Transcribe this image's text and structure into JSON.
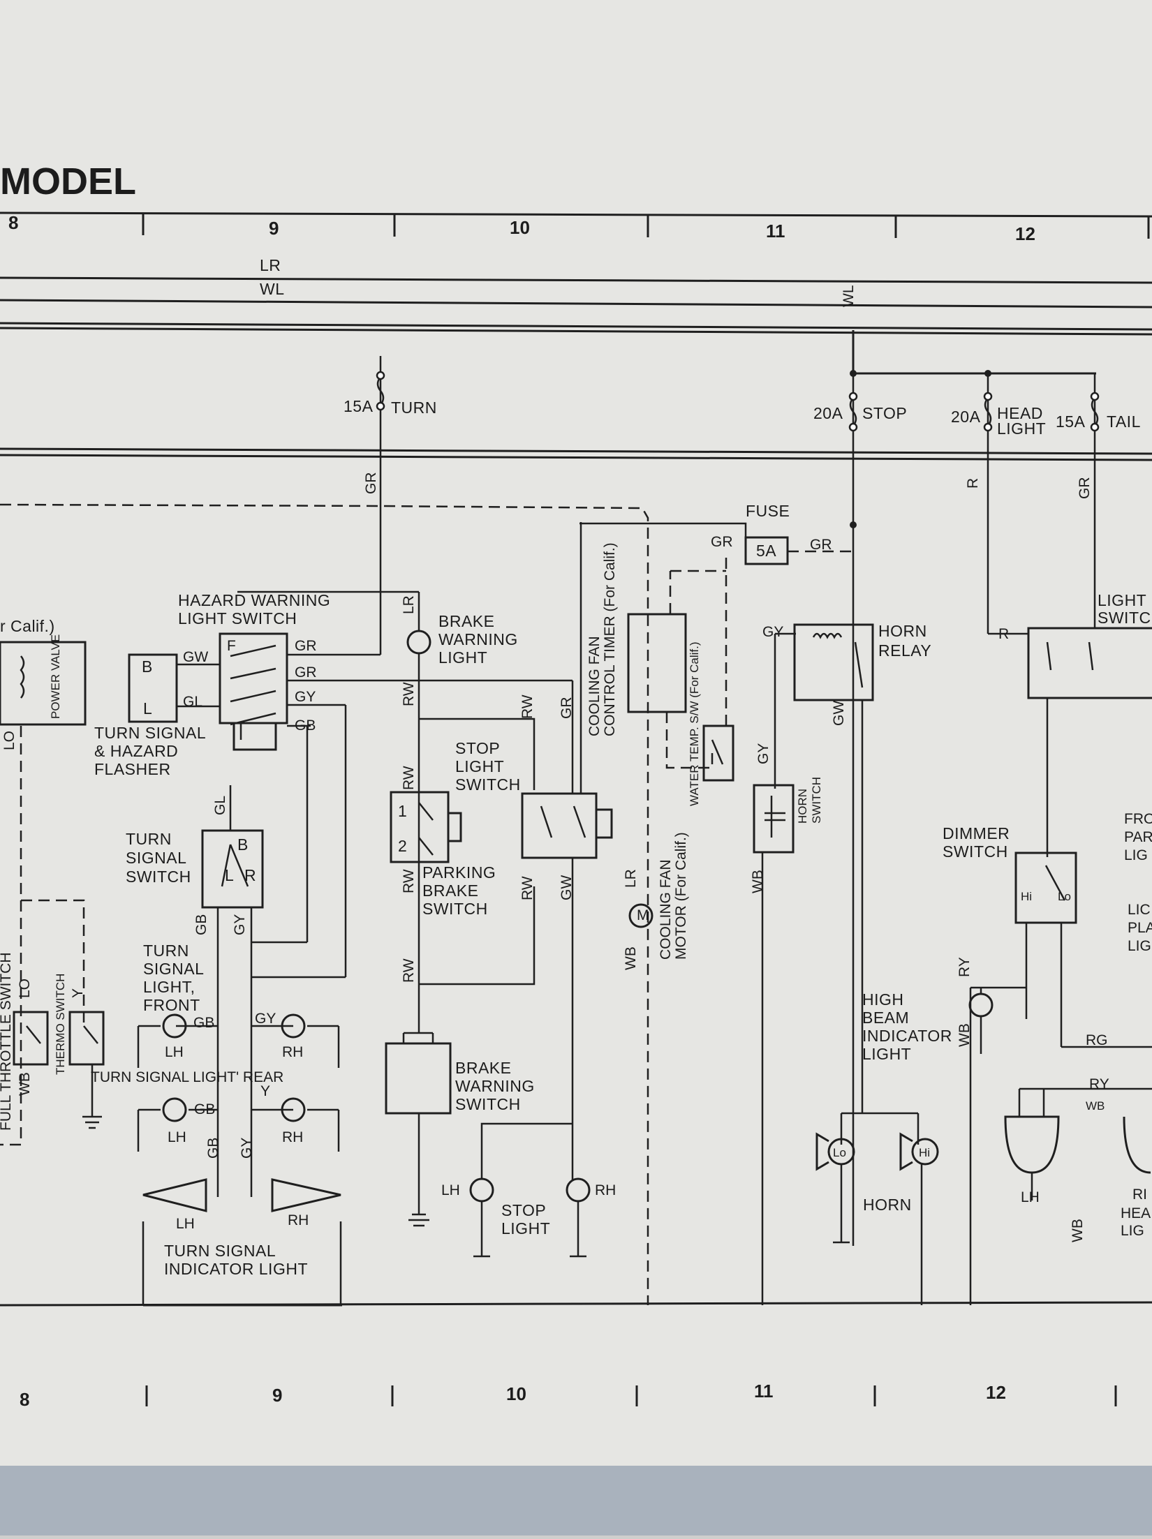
{
  "page_title": "MODEL",
  "columns": [
    "8",
    "9",
    "10",
    "11",
    "12"
  ],
  "wires_top": [
    "LR",
    "WL"
  ],
  "fuses": [
    {
      "rating": "15A",
      "name": "TURN"
    },
    {
      "rating": "20A",
      "name": "STOP"
    },
    {
      "rating": "20A",
      "name": "HEAD LIGHT"
    },
    {
      "rating": "15A",
      "name": "TAIL"
    },
    {
      "rating": "5A",
      "name": "FUSE"
    }
  ],
  "components": {
    "calif": "r Calif.)",
    "power_valve": "POWER VALVE",
    "full_throttle": "FULL THROTTLE SWITCH",
    "thermo_switch": "THERMO SWITCH",
    "hazard_switch": [
      "HAZARD WARNING",
      "LIGHT SWITCH"
    ],
    "flasher": [
      "TURN SIGNAL",
      "& HAZARD",
      "FLASHER"
    ],
    "turn_switch": [
      "TURN",
      "SIGNAL",
      "SWITCH"
    ],
    "ts_front": [
      "TURN",
      "SIGNAL",
      "LIGHT,",
      "FRONT"
    ],
    "ts_rear": "TURN SIGNAL LIGHT' REAR",
    "ts_indicator": [
      "TURN SIGNAL",
      "INDICATOR LIGHT"
    ],
    "brake_warning_light": [
      "BRAKE",
      "WARNING",
      "LIGHT"
    ],
    "stop_light_switch": [
      "STOP",
      "LIGHT",
      "SWITCH"
    ],
    "parking_brake_switch": [
      "PARKING",
      "BRAKE",
      "SWITCH"
    ],
    "brake_warning_switch": [
      "BRAKE",
      "WARNING",
      "SWITCH"
    ],
    "stop_light": [
      "STOP",
      "LIGHT"
    ],
    "fan_timer": [
      "COOLING FAN",
      "CONTROL TIMER (For Calif.)"
    ],
    "water_temp": "WATER TEMP. S/W (For Calif.)",
    "fan_motor": [
      "COOLING FAN",
      "MOTOR (For Calif.)"
    ],
    "horn_relay": [
      "HORN",
      "RELAY"
    ],
    "horn_switch": [
      "HORN",
      "SWITCH"
    ],
    "horn": "HORN",
    "high_beam": [
      "HIGH",
      "BEAM",
      "INDICATOR",
      "LIGHT"
    ],
    "dimmer": [
      "DIMMER",
      "SWITCH"
    ],
    "light_switch": [
      "LIGHT",
      "SWITCH"
    ],
    "front_park": [
      "FRO",
      "PAR",
      "LIG"
    ],
    "license": [
      "LIC",
      "PLA",
      "LIG"
    ],
    "headlight": [
      "RI",
      "HEA",
      "LIG"
    ]
  },
  "side_labels": {
    "lh": "LH",
    "rh": "RH",
    "lo": "Lo",
    "hi": "Hi"
  }
}
